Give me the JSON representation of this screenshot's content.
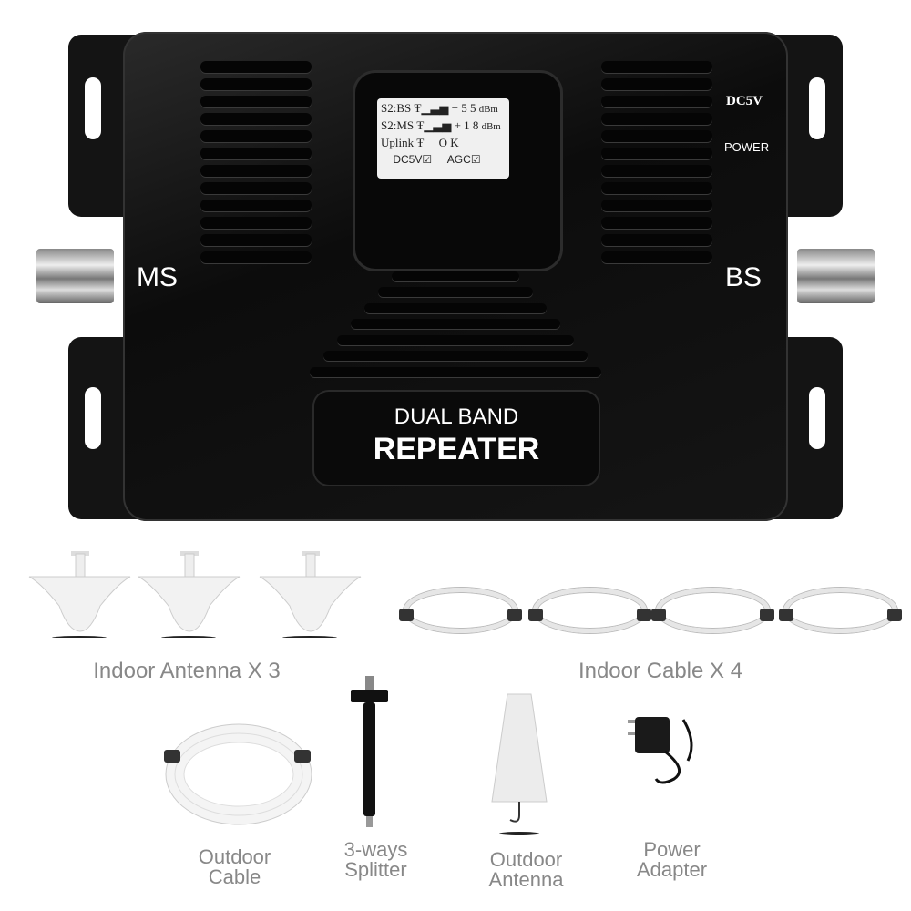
{
  "device": {
    "port_left": "MS",
    "port_right": "BS",
    "led_dc": "DC5V",
    "led_power": "POWER",
    "plate_line1": "DUAL BAND",
    "plate_line2": "REPEATER"
  },
  "lcd": {
    "row1_label": "S2:BS",
    "row1_value": "− 5 5",
    "row1_unit": "dBm",
    "row2_label": "S2:MS",
    "row2_value": "+ 1 8",
    "row2_unit": "dBm",
    "row3_label": "Uplink",
    "row3_value": "O K",
    "row4_left": "DC5V",
    "row4_right": "AGC"
  },
  "accessories": {
    "indoor_antenna": "Indoor Antenna  X 3",
    "indoor_cable": "Indoor  Cable  X 4",
    "outdoor_cable": "Outdoor\nCable",
    "splitter": "3-ways\nSplitter",
    "outdoor_antenna": "Outdoor\nAntenna",
    "power_adapter": "Power\nAdapter"
  }
}
